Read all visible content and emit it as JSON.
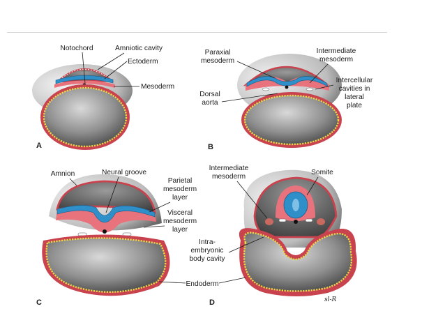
{
  "panels": {
    "a": {
      "letter": "A",
      "labels": {
        "notochord": "Notochord",
        "amniotic_cavity": "Amniotic cavity",
        "ectoderm": "Ectoderm",
        "mesoderm": "Mesoderm"
      }
    },
    "b": {
      "letter": "B",
      "labels": {
        "paraxial": [
          "Paraxial",
          "mesoderm"
        ],
        "intermediate": [
          "Intermediate",
          "mesoderm"
        ],
        "intercellular": [
          "Intercellular",
          "cavities in",
          "lateral",
          "plate"
        ],
        "dorsal_aorta": [
          "Dorsal",
          "aorta"
        ]
      }
    },
    "c": {
      "letter": "C",
      "labels": {
        "amnion": "Amnion",
        "neural_groove": "Neural groove",
        "parietal": [
          "Parietal",
          "mesoderm",
          "layer"
        ],
        "visceral": [
          "Visceral",
          "mesoderm",
          "layer"
        ]
      }
    },
    "d": {
      "letter": "D",
      "labels": {
        "intermediate": [
          "Intermediate",
          "mesoderm"
        ],
        "somite": "Somite",
        "intraembryonic": [
          "Intra-",
          "embryonic",
          "body cavity"
        ]
      }
    }
  },
  "shared_labels": {
    "endoderm": "Endoderm"
  },
  "signature": "sl-R",
  "colors": {
    "ectoderm": "#2f8fc9",
    "mesoderm": "#e8737c",
    "endoderm_dots": "#e9d84a",
    "yolk_sac": "#8c8c8c",
    "amnion_outline": "#c8434e",
    "shadow": "#4a4a4a"
  }
}
